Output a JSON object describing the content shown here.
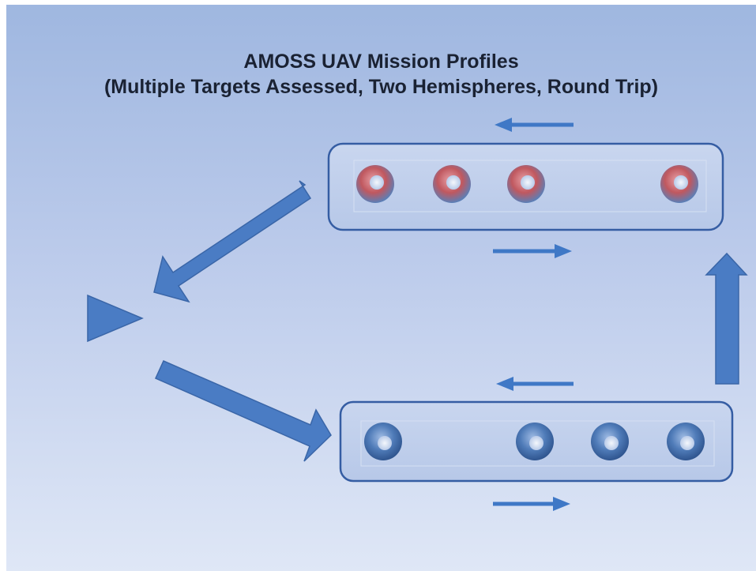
{
  "title": {
    "line1": "AMOSS UAV Mission Profiles",
    "line2": "(Multiple Targets Assessed, Two Hemispheres, Round Trip)"
  },
  "colors": {
    "background_top": "#9fb7e0",
    "background_bottom": "#dfe7f6",
    "arrow_fill": "#4a7cc4",
    "arrow_stroke": "#3a66a8",
    "panel_stroke": "#355da3",
    "target_upper_ring": "#b24a52",
    "target_lower_ring": "#3f6fad"
  },
  "diagram": {
    "launch_point": {
      "icon": "triangle-right-icon"
    },
    "upper_group": {
      "target_count": 4,
      "assessment_state": "red-ring"
    },
    "lower_group": {
      "target_count": 4,
      "assessment_state": "blue-ring"
    }
  }
}
